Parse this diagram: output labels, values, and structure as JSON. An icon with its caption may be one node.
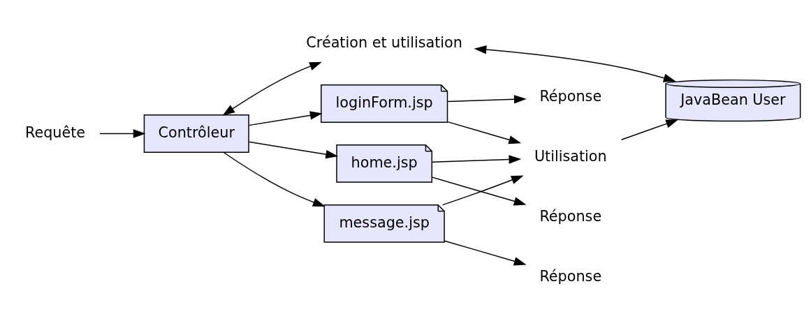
{
  "diagram": {
    "nodes": [
      {
        "text": [
          "Réponse"
        ]
      },
      {
        "text": [
          "loginForm.jsp"
        ]
      },
      {
        "text": [
          "Réponse"
        ]
      },
      {
        "text": [
          "home.jsp"
        ]
      },
      {
        "text": [
          "Réponse"
        ]
      },
      {
        "text": [
          "message.jsp"
        ]
      },
      {
        "text": [
          "Requête"
        ]
      },
      {
        "text": [
          "Contrôleur"
        ]
      },
      {
        "text": [
          "Utilisation"
        ]
      },
      {
        "text": [
          "Création et utilisation"
        ]
      },
      {
        "text": [
          "JavaBean User"
        ]
      }
    ],
    "edges": [
      {
        "from": 1,
        "to": 0,
        "arrow": "to"
      },
      {
        "from": 3,
        "to": 2,
        "arrow": "to"
      },
      {
        "from": 5,
        "to": 4,
        "arrow": "to"
      },
      {
        "from": 6,
        "to": 7,
        "arrow": "to"
      },
      {
        "from": 7,
        "to": 1,
        "arrow": "to"
      },
      {
        "from": 7,
        "to": 3,
        "arrow": "to"
      },
      {
        "from": 7,
        "to": 5,
        "arrow": "to"
      },
      {
        "from": 1,
        "to": 8,
        "arrow": "to"
      },
      {
        "from": 3,
        "to": 8,
        "arrow": "to"
      },
      {
        "from": 5,
        "to": 8,
        "arrow": "to"
      },
      {
        "from": 8,
        "to": 10,
        "arrow": "to"
      },
      {
        "from": 7,
        "to": 9,
        "arrow": "both"
      },
      {
        "from": 9,
        "to": 10,
        "arrow": "both"
      }
    ]
  }
}
